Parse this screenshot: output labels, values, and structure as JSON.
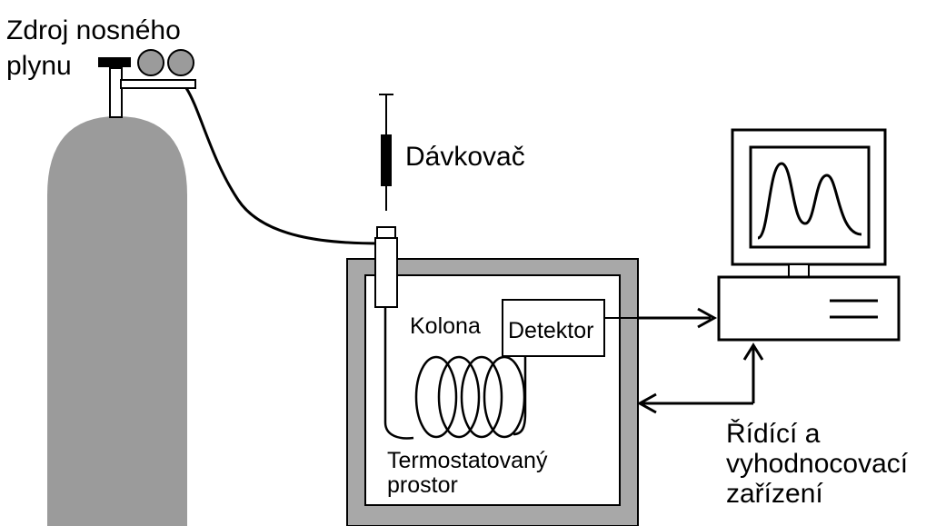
{
  "labels": {
    "gas_source_line1": "Zdroj nosného",
    "gas_source_line2": "plynu",
    "injector": "Dávkovač",
    "column": "Kolona",
    "detector": "Detektor",
    "oven_line1": "Termostatovaný",
    "oven_line2": "prostor",
    "control_line1": "Řídící a",
    "control_line2": "vyhodnocovací",
    "control_line3": "zařízení"
  },
  "colors": {
    "cylinder": "#9b9b9b",
    "oven_frame": "#a8a8a8",
    "valve_knob": "#9b9b9b",
    "line": "#000000"
  }
}
